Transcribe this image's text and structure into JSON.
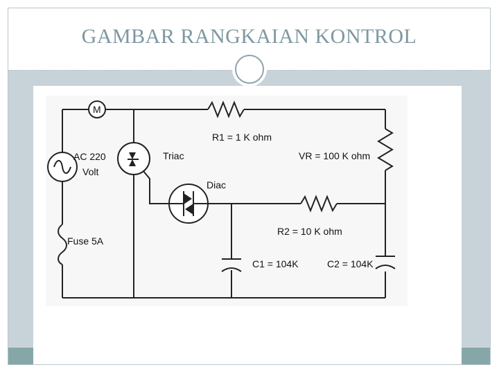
{
  "slide": {
    "title": "GAMBAR RANGKAIAN KONTROL"
  },
  "circuit": {
    "motor": "M",
    "source_line1": "AC 220",
    "source_line2": "Volt",
    "fuse": "Fuse 5A",
    "triac": "Triac",
    "diac": "Diac",
    "r1": "R1 = 1 K ohm",
    "vr": "VR = 100 K ohm",
    "r2": "R2 = 10 K ohm",
    "c1": "C1 = 104K",
    "c2": "C2 = 104K"
  },
  "colors": {
    "title": "#7f97a0",
    "frame": "#c8d3d9",
    "bottom_strip": "#86a7a7",
    "wire": "#222222",
    "diagram_bg": "#f7f7f7"
  }
}
